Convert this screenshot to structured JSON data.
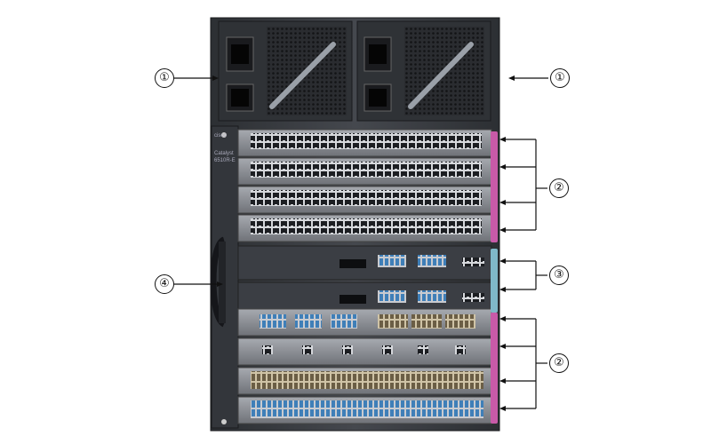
{
  "chassis": {
    "model_label": "Catalyst",
    "model_sub": "6510R-E",
    "brand": "cisco"
  },
  "callouts": [
    {
      "id": "power-supply-left",
      "label": "①"
    },
    {
      "id": "power-supply-right",
      "label": "①"
    },
    {
      "id": "line-cards-upper",
      "label": "②"
    },
    {
      "id": "supervisor-engines",
      "label": "③"
    },
    {
      "id": "fan-tray",
      "label": "④"
    },
    {
      "id": "line-cards-lower",
      "label": "②"
    }
  ],
  "colors": {
    "chassis": "#3a3d42",
    "module": "#8a8d93",
    "port": "#1e2024",
    "blue_port": "#3f7fb8",
    "pink_handle": "#c85aa8"
  }
}
